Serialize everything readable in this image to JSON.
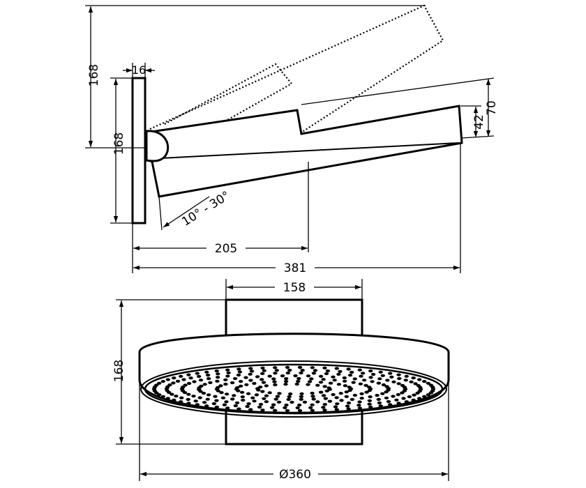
{
  "dimensions": {
    "arm_height_overall": "168",
    "flange_thickness": "16",
    "flange_height": "168",
    "head_outer_thickness": "70",
    "head_inner_thickness": "42",
    "tilt_angle": "10° - 30°",
    "pivot_distance": "205",
    "projection_overall": "381",
    "arm_width": "158",
    "head_depth_front": "168",
    "head_diameter": "Ø360"
  },
  "colors": {
    "line": "#000000",
    "background": "#ffffff"
  }
}
